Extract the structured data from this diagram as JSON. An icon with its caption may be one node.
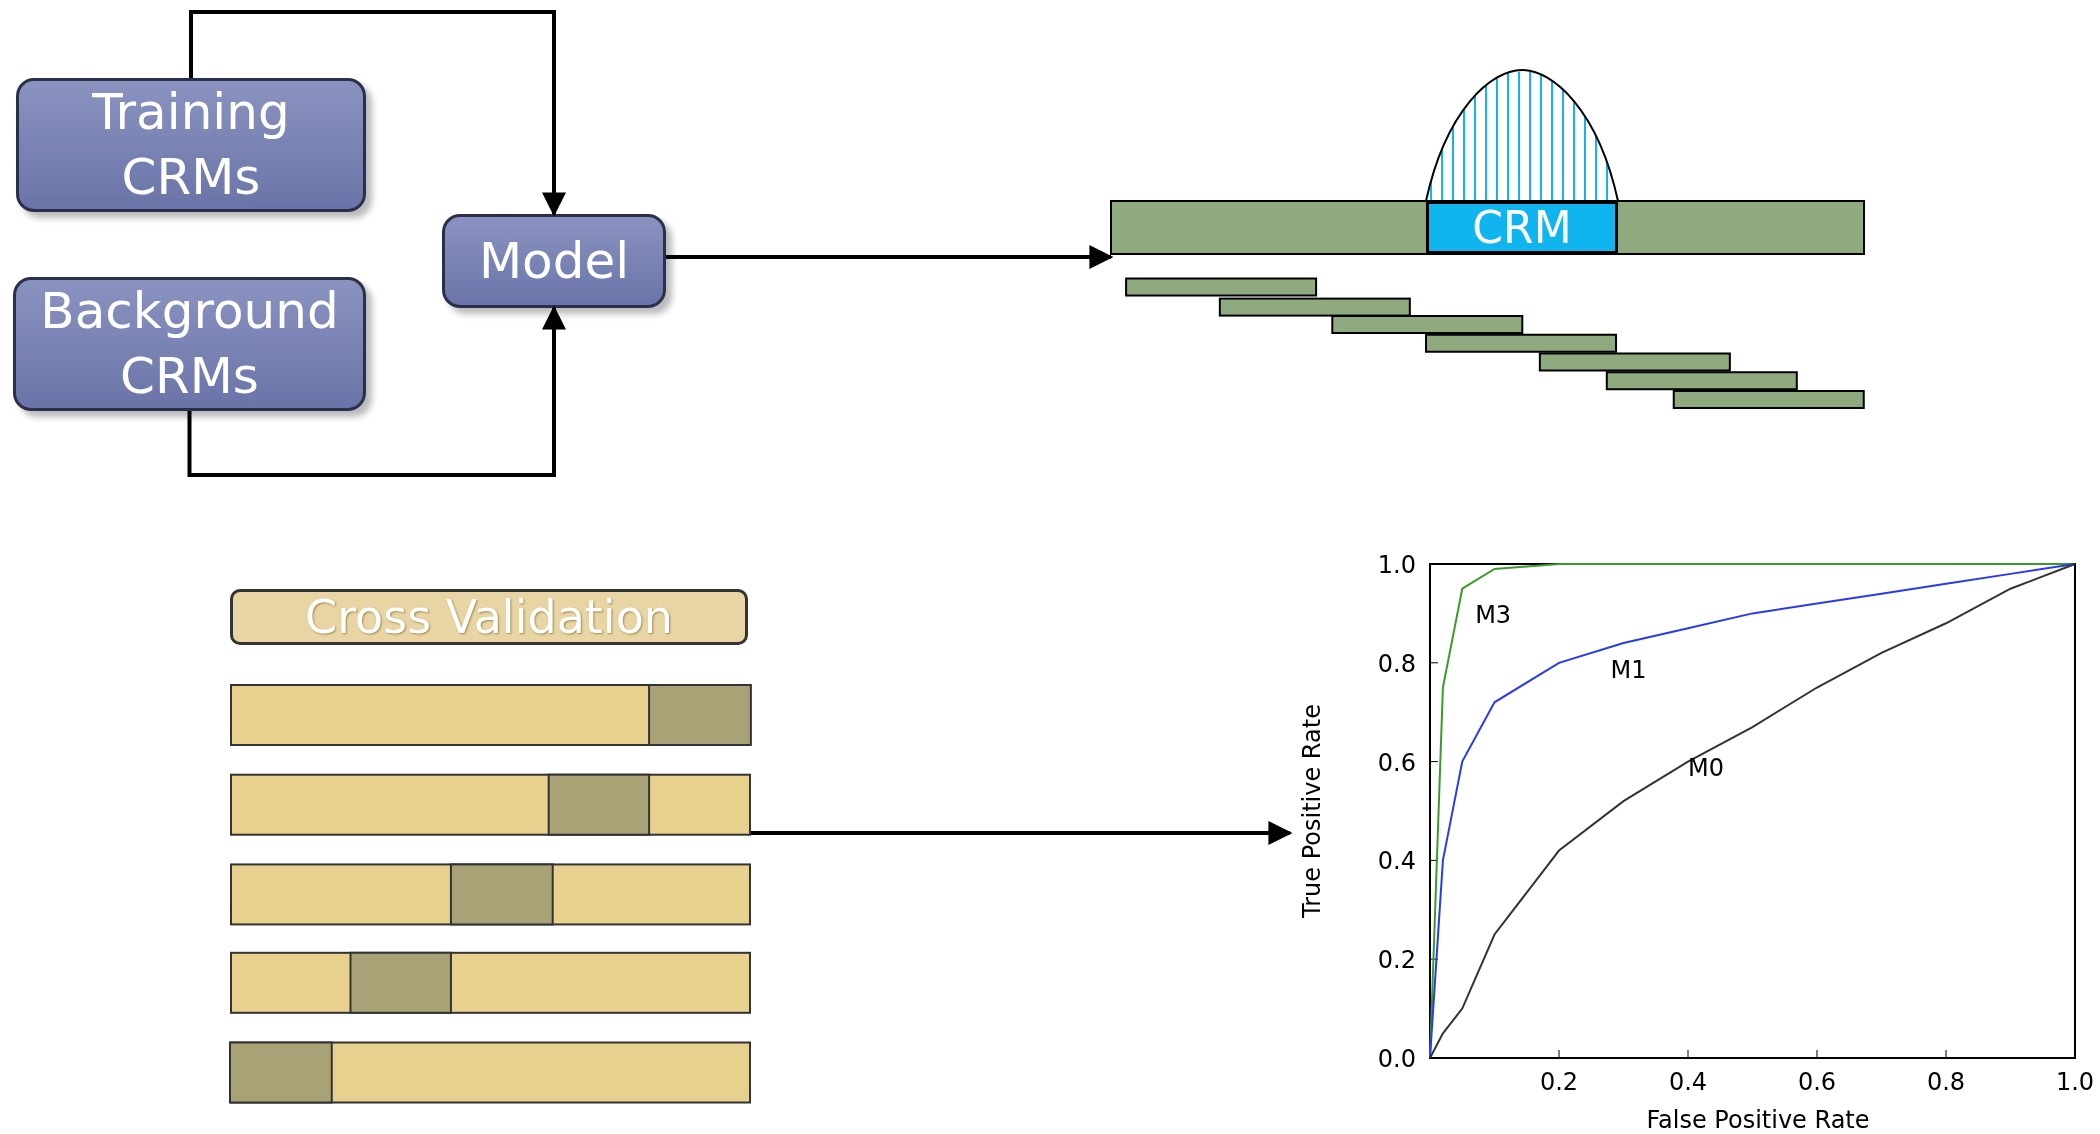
{
  "diagram": {
    "nodes": [
      {
        "text": [
          "Training CRMs"
        ]
      },
      {
        "text": [
          "Background CRMs"
        ]
      },
      {
        "text": [
          "Model"
        ]
      },
      {
        "text": [],
        "shape": "picture"
      },
      {
        "text": [
          "CRM"
        ],
        "in": 3
      },
      {
        "text": [
          "Cross Validation"
        ]
      },
      {
        "text": [],
        "shape": "picture"
      },
      {
        "text": [],
        "shape": "chart"
      }
    ],
    "edges": [
      {
        "from": 0,
        "to": 2,
        "arrow": "to"
      },
      {
        "from": 1,
        "to": 2,
        "arrow": "to"
      },
      {
        "from": 2,
        "to": 3,
        "arrow": "to"
      },
      {
        "from": 6,
        "to": 7,
        "arrow": "to"
      }
    ],
    "chart_data": {
      "type": "line",
      "xlabel": "False Positive Rate",
      "ylabel": "True Positive Rate",
      "x": [
        0,
        0.02,
        0.05,
        0.1,
        0.2,
        0.3,
        0.4,
        0.5,
        0.6,
        0.7,
        0.8,
        0.9,
        1.0
      ],
      "series": [
        {
          "name": "M3",
          "color": "#3a9a2a",
          "values": [
            0,
            0.75,
            0.95,
            0.99,
            1,
            1,
            1,
            1,
            1,
            1,
            1,
            1,
            1
          ]
        },
        {
          "name": "M1",
          "color": "#2a3af0",
          "values": [
            0,
            0.4,
            0.6,
            0.72,
            0.8,
            0.84,
            0.87,
            0.9,
            0.92,
            0.94,
            0.96,
            0.98,
            1
          ]
        },
        {
          "name": "M0",
          "color": "#333333",
          "values": [
            0,
            0.05,
            0.1,
            0.25,
            0.42,
            0.52,
            0.6,
            0.67,
            0.75,
            0.82,
            0.88,
            0.95,
            1
          ]
        }
      ],
      "xlim": [
        0,
        1
      ],
      "ylim": [
        0,
        1
      ],
      "xticks": [
        {
          "value": 0.2,
          "label": "0.2"
        },
        {
          "value": 0.4,
          "label": "0.4"
        },
        {
          "value": 0.6,
          "label": "0.6"
        },
        {
          "value": 0.8,
          "label": "0.8"
        },
        {
          "value": 1.0,
          "label": "1.0"
        }
      ],
      "yticks": [
        {
          "value": 0,
          "label": "0.0"
        },
        {
          "value": 0.2,
          "label": "0.2"
        },
        {
          "value": 0.4,
          "label": "0.4"
        },
        {
          "value": 0.6,
          "label": "0.6"
        },
        {
          "value": 0.8,
          "label": "0.8"
        },
        {
          "value": 1.0,
          "label": "1.0"
        }
      ]
    }
  }
}
